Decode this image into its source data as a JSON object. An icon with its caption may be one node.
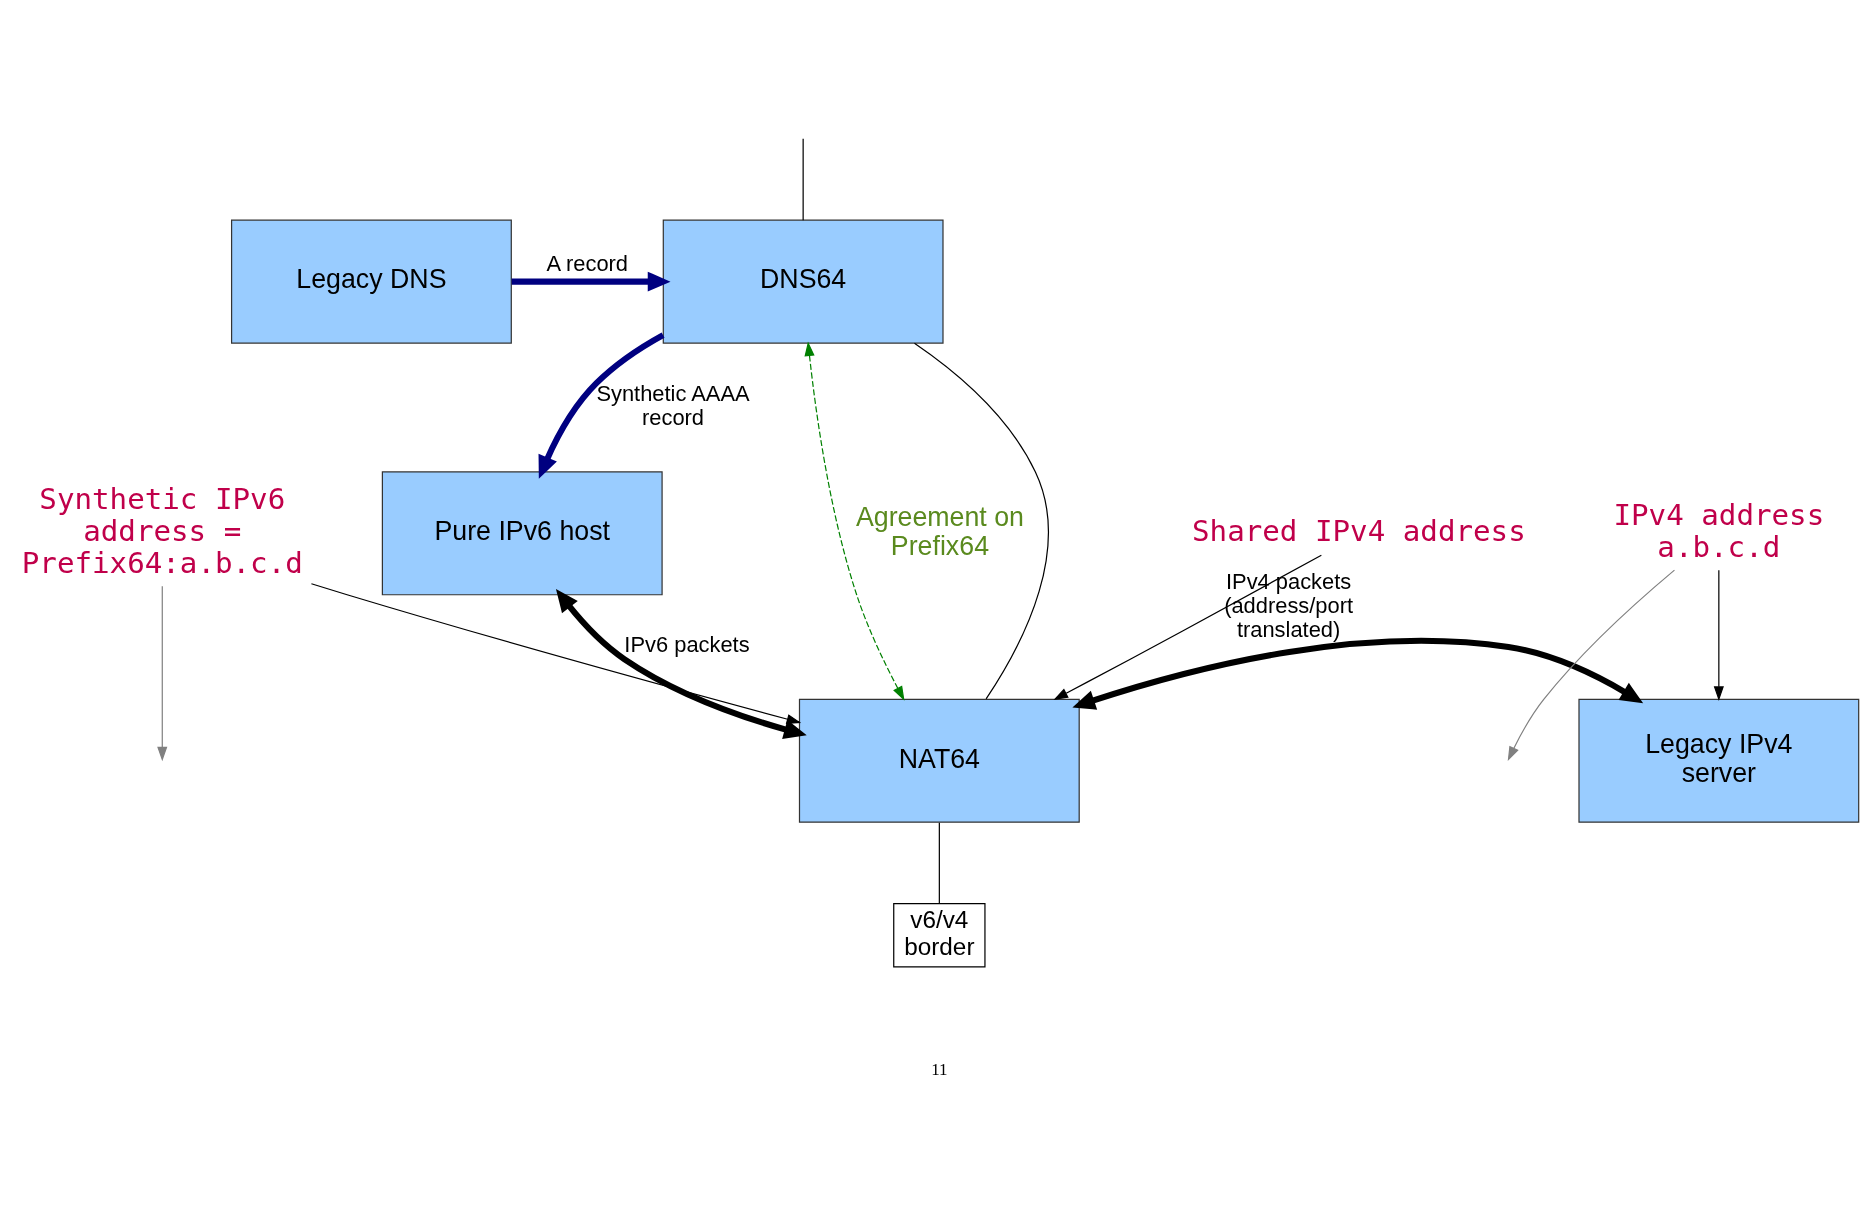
{
  "diagram": {
    "nodes": [
      {
        "text": [
          "DNS64"
        ]
      },
      {
        "text": [
          "Legacy DNS"
        ]
      },
      {
        "text": [
          "Pure IPv6 host"
        ]
      },
      {
        "text": [
          "NAT64"
        ]
      },
      {
        "text": [
          "Legacy IPv4 server"
        ]
      },
      {
        "text": [
          "v6/v4 border"
        ]
      },
      {
        "text": [
          "IPv4 address a.b.c.d"
        ]
      },
      {
        "text": [
          "Synthetic IPv6 address = Prefix64:a.b.c.d"
        ]
      },
      {
        "text": [
          "Shared IPv4 address"
        ]
      }
    ],
    "edges": [
      {
        "from": 1,
        "to": 0,
        "arrow": "to",
        "label": "A record",
        "style": "thick",
        "color": "#000080"
      },
      {
        "from": 0,
        "to": 2,
        "arrow": "to",
        "label": "Synthetic AAAA record",
        "style": "thick",
        "color": "#000080"
      },
      {
        "from": 0,
        "to": 3,
        "arrow": "both",
        "label": "Agreement on Prefix64",
        "style": "dashed",
        "color": "#008000"
      },
      {
        "from": 2,
        "to": 3,
        "arrow": "both",
        "label": "IPv6 packets",
        "style": "thick"
      },
      {
        "from": 3,
        "to": 4,
        "arrow": "both",
        "label": "IPv4 packets (address/port translated)",
        "style": "thick"
      },
      {
        "from": 6,
        "to": null,
        "arrow": "to",
        "color": "#808080"
      },
      {
        "from": 6,
        "to": 4,
        "arrow": "to"
      },
      {
        "from": 7,
        "to": null,
        "arrow": "to",
        "color": "#808080"
      },
      {
        "from": 7,
        "to": 3,
        "arrow": "to"
      },
      {
        "from": 8,
        "to": 3,
        "arrow": "to"
      },
      {
        "from": null,
        "to": 0,
        "arrow": "none"
      },
      {
        "from": 0,
        "to": 3,
        "arrow": "none"
      },
      {
        "from": 3,
        "to": 5,
        "arrow": "none"
      }
    ],
    "labels": [
      "11"
    ]
  }
}
